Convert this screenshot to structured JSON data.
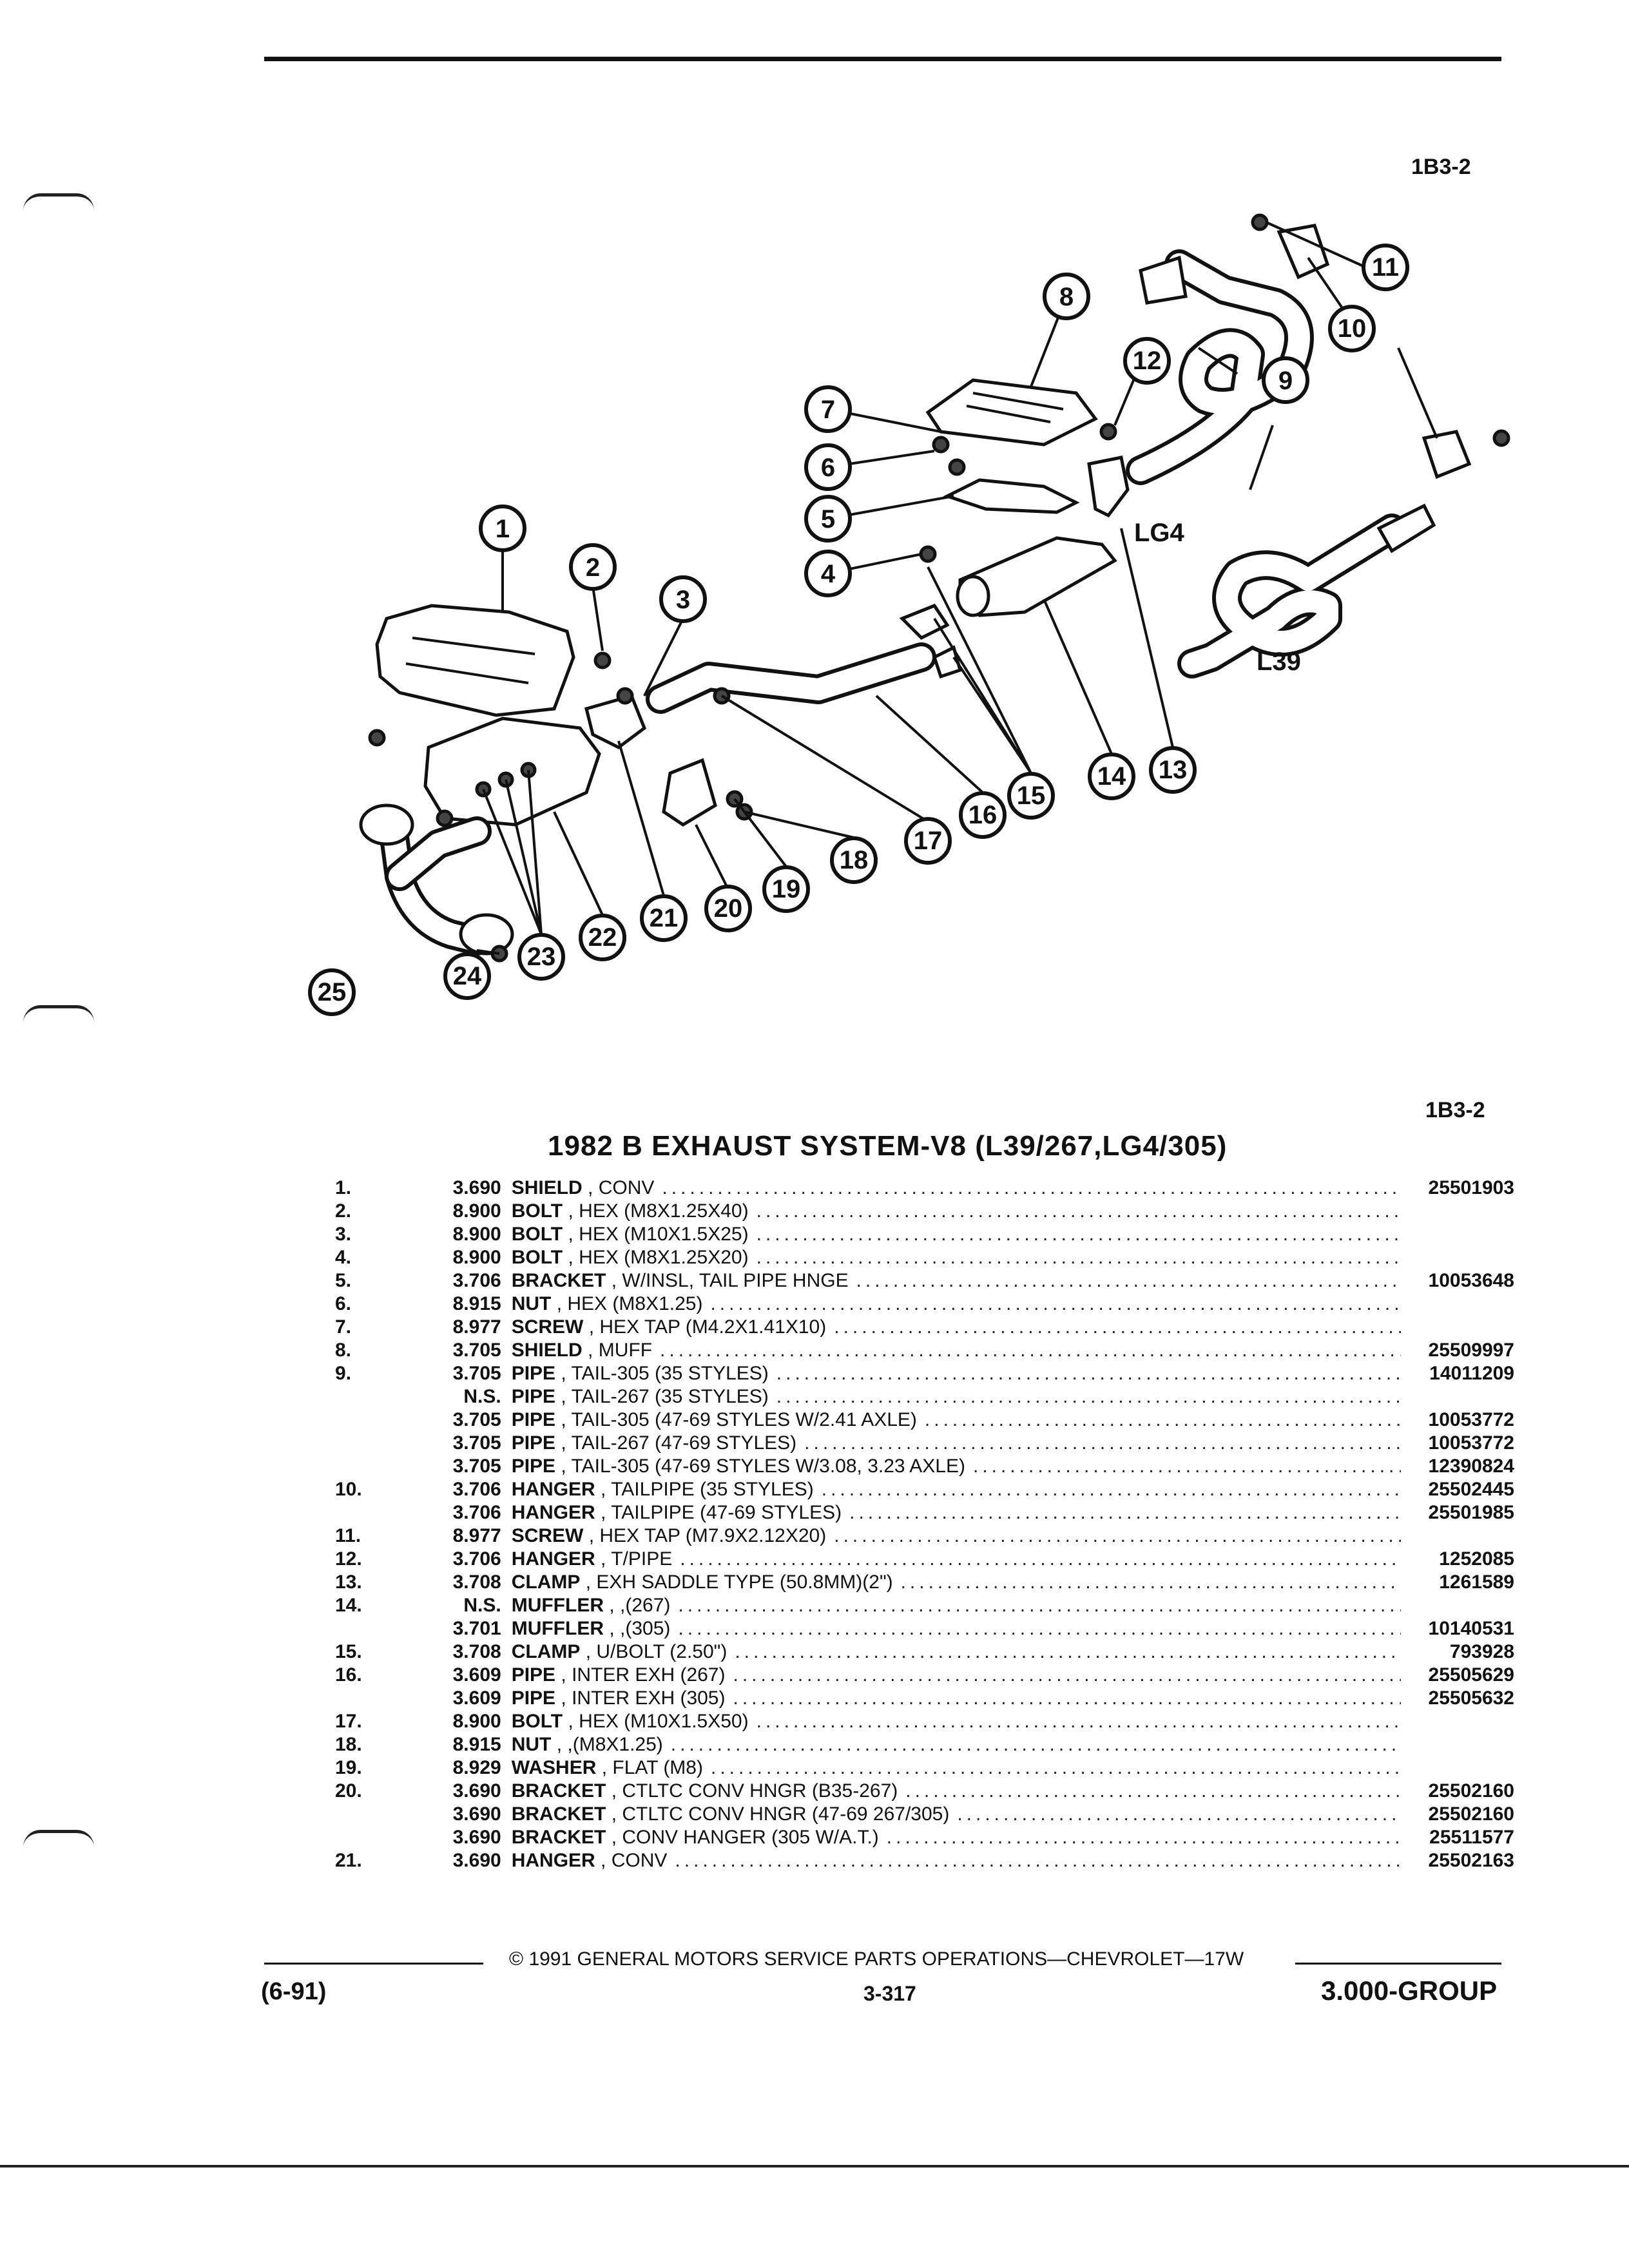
{
  "header": {
    "ref_code": "1B3-2"
  },
  "diagram": {
    "labels": {
      "lg4": "LG4",
      "l39": "L39"
    },
    "callouts": [
      "1",
      "2",
      "3",
      "4",
      "5",
      "6",
      "7",
      "8",
      "9",
      "10",
      "11",
      "12",
      "13",
      "14",
      "15",
      "16",
      "17",
      "18",
      "19",
      "20",
      "21",
      "22",
      "23",
      "24",
      "25"
    ]
  },
  "section": {
    "ref_code": "1B3-2",
    "title": "1982 B EXHAUST SYSTEM-V8 (L39/267,LG4/305)"
  },
  "parts": [
    {
      "item": "1.",
      "group": "3.690",
      "name": "SHIELD",
      "spec": "CONV",
      "part_no": "25501903"
    },
    {
      "item": "2.",
      "group": "8.900",
      "name": "BOLT",
      "spec": "HEX (M8X1.25X40)",
      "part_no": ""
    },
    {
      "item": "3.",
      "group": "8.900",
      "name": "BOLT",
      "spec": "HEX (M10X1.5X25)",
      "part_no": ""
    },
    {
      "item": "4.",
      "group": "8.900",
      "name": "BOLT",
      "spec": "HEX (M8X1.25X20)",
      "part_no": ""
    },
    {
      "item": "5.",
      "group": "3.706",
      "name": "BRACKET",
      "spec": "W/INSL, TAIL PIPE HNGE",
      "part_no": "10053648"
    },
    {
      "item": "6.",
      "group": "8.915",
      "name": "NUT",
      "spec": "HEX (M8X1.25)",
      "part_no": ""
    },
    {
      "item": "7.",
      "group": "8.977",
      "name": "SCREW",
      "spec": "HEX TAP (M4.2X1.41X10)",
      "part_no": ""
    },
    {
      "item": "8.",
      "group": "3.705",
      "name": "SHIELD",
      "spec": "MUFF",
      "part_no": "25509997"
    },
    {
      "item": "9.",
      "group": "3.705",
      "name": "PIPE",
      "spec": "TAIL-305 (35 STYLES)",
      "part_no": "14011209"
    },
    {
      "item": "",
      "group": "N.S.",
      "name": "PIPE",
      "spec": "TAIL-267 (35 STYLES)",
      "part_no": ""
    },
    {
      "item": "",
      "group": "3.705",
      "name": "PIPE",
      "spec": "TAIL-305 (47-69 STYLES W/2.41 AXLE)",
      "part_no": "10053772"
    },
    {
      "item": "",
      "group": "3.705",
      "name": "PIPE",
      "spec": "TAIL-267 (47-69 STYLES)",
      "part_no": "10053772"
    },
    {
      "item": "",
      "group": "3.705",
      "name": "PIPE",
      "spec": "TAIL-305 (47-69 STYLES W/3.08, 3.23 AXLE)",
      "part_no": "12390824"
    },
    {
      "item": "10.",
      "group": "3.706",
      "name": "HANGER",
      "spec": "TAILPIPE (35 STYLES)",
      "part_no": "25502445"
    },
    {
      "item": "",
      "group": "3.706",
      "name": "HANGER",
      "spec": "TAILPIPE (47-69 STYLES)",
      "part_no": "25501985"
    },
    {
      "item": "11.",
      "group": "8.977",
      "name": "SCREW",
      "spec": "HEX TAP (M7.9X2.12X20)",
      "part_no": ""
    },
    {
      "item": "12.",
      "group": "3.706",
      "name": "HANGER",
      "spec": "T/PIPE",
      "part_no": "1252085"
    },
    {
      "item": "13.",
      "group": "3.708",
      "name": "CLAMP",
      "spec": "EXH SADDLE TYPE (50.8MM)(2\")",
      "part_no": "1261589"
    },
    {
      "item": "14.",
      "group": "N.S.",
      "name": "MUFFLER",
      "spec": ",(267)",
      "part_no": ""
    },
    {
      "item": "",
      "group": "3.701",
      "name": "MUFFLER",
      "spec": ",(305)",
      "part_no": "10140531"
    },
    {
      "item": "15.",
      "group": "3.708",
      "name": "CLAMP",
      "spec": "U/BOLT (2.50\")",
      "part_no": "793928"
    },
    {
      "item": "16.",
      "group": "3.609",
      "name": "PIPE",
      "spec": "INTER EXH (267)",
      "part_no": "25505629"
    },
    {
      "item": "",
      "group": "3.609",
      "name": "PIPE",
      "spec": "INTER EXH (305)",
      "part_no": "25505632"
    },
    {
      "item": "17.",
      "group": "8.900",
      "name": "BOLT",
      "spec": "HEX (M10X1.5X50)",
      "part_no": ""
    },
    {
      "item": "18.",
      "group": "8.915",
      "name": "NUT",
      "spec": ",(M8X1.25)",
      "part_no": ""
    },
    {
      "item": "19.",
      "group": "8.929",
      "name": "WASHER",
      "spec": "FLAT (M8)",
      "part_no": ""
    },
    {
      "item": "20.",
      "group": "3.690",
      "name": "BRACKET",
      "spec": "CTLTC CONV HNGR (B35-267)",
      "part_no": "25502160"
    },
    {
      "item": "",
      "group": "3.690",
      "name": "BRACKET",
      "spec": "CTLTC CONV HNGR (47-69 267/305)",
      "part_no": "25502160"
    },
    {
      "item": "",
      "group": "3.690",
      "name": "BRACKET",
      "spec": "CONV HANGER (305 W/A.T.)",
      "part_no": "25511577"
    },
    {
      "item": "21.",
      "group": "3.690",
      "name": "HANGER",
      "spec": "CONV",
      "part_no": "25502163"
    }
  ],
  "footer": {
    "copyright": "© 1991 GENERAL MOTORS SERVICE PARTS OPERATIONS—CHEVROLET—17W",
    "date": "(6-91)",
    "page": "3-317",
    "group": "3.000-GROUP"
  }
}
